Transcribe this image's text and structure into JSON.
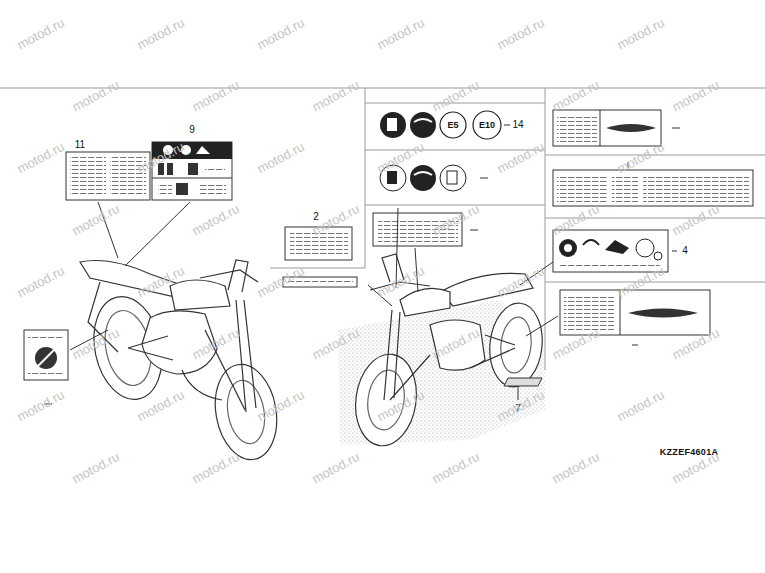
{
  "diagram": {
    "labels": [
      "11",
      "9",
      "2",
      "14",
      "4",
      "7",
      "KZZEF4601A",
      "E5",
      "E10",
      "motod.ru",
      "motod.ru",
      "motod.ru",
      "motod.ru",
      "motod.ru",
      "motod.ru",
      "motod.ru",
      "motod.ru",
      "motod.ru",
      "motod.ru",
      "motod.ru",
      "motod.ru",
      "motod.ru",
      "motod.ru",
      "motod.ru",
      "motod.ru",
      "motod.ru",
      "motod.ru",
      "motod.ru",
      "motod.ru",
      "motod.ru",
      "motod.ru",
      "motod.ru",
      "motod.ru",
      "motod.ru",
      "motod.ru",
      "motod.ru",
      "motod.ru",
      "motod.ru",
      "motod.ru",
      "motod.ru",
      "motod.ru",
      "motod.ru",
      "motod.ru",
      "motod.ru",
      "motod.ru",
      "motod.ru",
      "motod.ru",
      "motod.ru",
      "motod.ru",
      "motod.ru",
      "motod.ru",
      "motod.ru",
      "motod.ru",
      "motod.ru",
      "motod.ru",
      "motod.ru",
      "motod.ru"
    ]
  }
}
